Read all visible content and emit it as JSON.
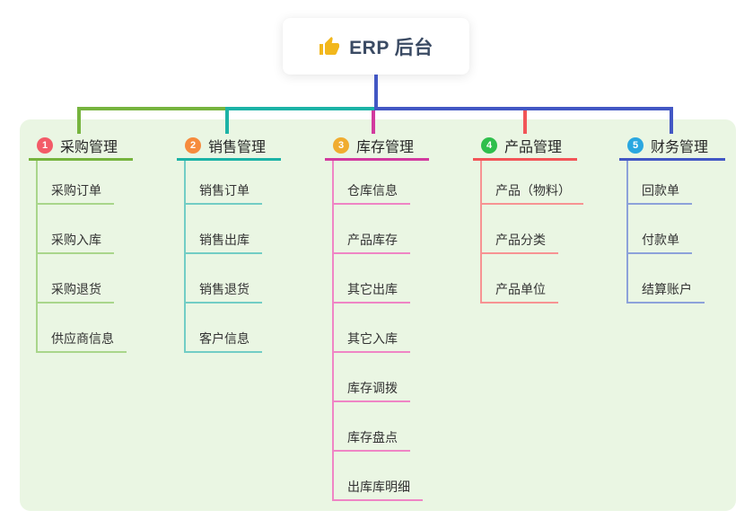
{
  "root": {
    "title": "ERP 后台",
    "icon": "thumbs-up"
  },
  "connectors": {
    "root_line_color": "#4257c4"
  },
  "panel": {
    "background": "#eaf6e3"
  },
  "branches": [
    {
      "number": "1",
      "label": "采购管理",
      "colors": {
        "badge": "#f35b68",
        "main": "#76b43e",
        "light": "#a9d68b"
      },
      "children": [
        "采购订单",
        "采购入库",
        "采购退货",
        "供应商信息"
      ]
    },
    {
      "number": "2",
      "label": "销售管理",
      "colors": {
        "badge": "#f68b3d",
        "main": "#1cb3a6",
        "light": "#72cdc5"
      },
      "children": [
        "销售订单",
        "销售出库",
        "销售退货",
        "客户信息"
      ]
    },
    {
      "number": "3",
      "label": "库存管理",
      "colors": {
        "badge": "#f0ac2f",
        "main": "#d23a9e",
        "light": "#ef85c5"
      },
      "children": [
        "仓库信息",
        "产品库存",
        "其它出库",
        "其它入库",
        "库存调拨",
        "库存盘点",
        "出库库明细"
      ]
    },
    {
      "number": "4",
      "label": "产品管理",
      "colors": {
        "badge": "#2fbf4c",
        "main": "#f25558",
        "light": "#f79393"
      },
      "children": [
        "产品（物料）",
        "产品分类",
        "产品单位"
      ]
    },
    {
      "number": "5",
      "label": "财务管理",
      "colors": {
        "badge": "#2aa7e0",
        "main": "#4257c4",
        "light": "#8da2da"
      },
      "children": [
        "回款单",
        "付款单",
        "结算账户"
      ]
    }
  ]
}
